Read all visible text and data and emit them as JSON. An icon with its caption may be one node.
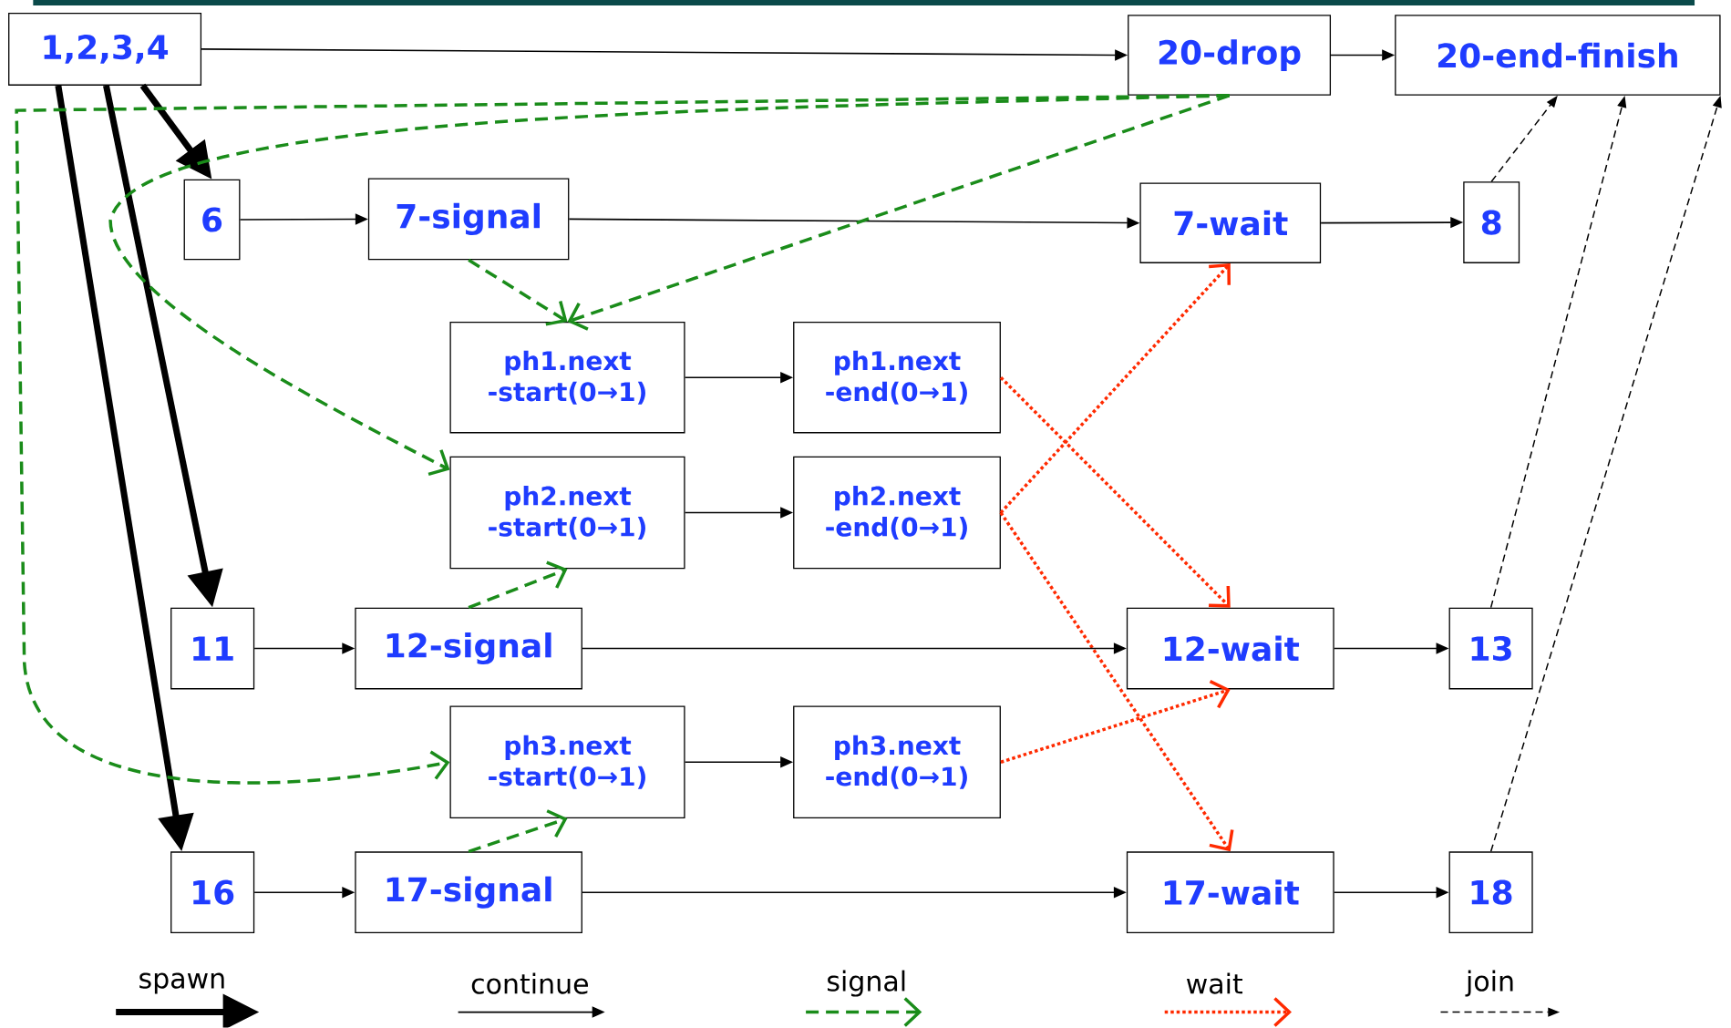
{
  "diagram": {
    "nodes": [
      {
        "text": [
          "1,2,3,4"
        ]
      },
      {
        "text": [
          "20-drop"
        ]
      },
      {
        "text": [
          "20-end-finish"
        ]
      },
      {
        "text": [
          "6"
        ]
      },
      {
        "text": [
          "7-signal"
        ]
      },
      {
        "text": [
          "7-wait"
        ]
      },
      {
        "text": [
          "8"
        ]
      },
      {
        "text": [
          "ph1.next -start(0→1)"
        ]
      },
      {
        "text": [
          "ph1.next -end(0→1)"
        ]
      },
      {
        "text": [
          "ph2.next -start(0→1)"
        ]
      },
      {
        "text": [
          "ph2.next -end(0→1)"
        ]
      },
      {
        "text": [
          "11"
        ]
      },
      {
        "text": [
          "12-signal"
        ]
      },
      {
        "text": [
          "12-wait"
        ]
      },
      {
        "text": [
          "13"
        ]
      },
      {
        "text": [
          "ph3.next -start(0→1)"
        ]
      },
      {
        "text": [
          "ph3.next -end(0→1)"
        ]
      },
      {
        "text": [
          "16"
        ]
      },
      {
        "text": [
          "17-signal"
        ]
      },
      {
        "text": [
          "17-wait"
        ]
      },
      {
        "text": [
          "18"
        ]
      }
    ],
    "edges": [
      {
        "from": 0,
        "to": 1,
        "arrow": "to"
      },
      {
        "from": 1,
        "to": 2,
        "arrow": "to"
      },
      {
        "from": 0,
        "to": 3,
        "arrow": "to",
        "style": "thick"
      },
      {
        "from": 0,
        "to": 11,
        "arrow": "to",
        "style": "thick"
      },
      {
        "from": 0,
        "to": 17,
        "arrow": "to",
        "style": "thick"
      },
      {
        "from": 3,
        "to": 4,
        "arrow": "to"
      },
      {
        "from": 4,
        "to": 5,
        "arrow": "to"
      },
      {
        "from": 5,
        "to": 6,
        "arrow": "to"
      },
      {
        "from": 6,
        "to": 2,
        "arrow": "to",
        "style": "dashed"
      },
      {
        "from": 1,
        "to": 7,
        "arrow": "to",
        "style": "dashed",
        "color": "#1a8c1a"
      },
      {
        "from": 4,
        "to": 7,
        "arrow": "to",
        "style": "dashed",
        "color": "#1a8c1a"
      },
      {
        "from": 1,
        "to": 9,
        "arrow": "to",
        "style": "dashed",
        "color": "#1a8c1a"
      },
      {
        "from": 1,
        "to": 15,
        "arrow": "to",
        "style": "dashed",
        "color": "#1a8c1a"
      },
      {
        "from": 7,
        "to": 8,
        "arrow": "to"
      },
      {
        "from": 9,
        "to": 10,
        "arrow": "to"
      },
      {
        "from": 8,
        "to": 13,
        "arrow": "to",
        "style": "dashed",
        "color": "#ff2a00"
      },
      {
        "from": 10,
        "to": 5,
        "arrow": "to",
        "style": "dashed",
        "color": "#ff2a00"
      },
      {
        "from": 10,
        "to": 19,
        "arrow": "to",
        "style": "dashed",
        "color": "#ff2a00"
      },
      {
        "from": 11,
        "to": 12,
        "arrow": "to"
      },
      {
        "from": 12,
        "to": 13,
        "arrow": "to"
      },
      {
        "from": 13,
        "to": 14,
        "arrow": "to"
      },
      {
        "from": 14,
        "to": 2,
        "arrow": "to",
        "style": "dashed"
      },
      {
        "from": 12,
        "to": 9,
        "arrow": "to",
        "style": "dashed",
        "color": "#1a8c1a"
      },
      {
        "from": 15,
        "to": 16,
        "arrow": "to"
      },
      {
        "from": 16,
        "to": 13,
        "arrow": "to",
        "style": "dashed",
        "color": "#ff2a00"
      },
      {
        "from": 17,
        "to": 18,
        "arrow": "to"
      },
      {
        "from": 18,
        "to": 19,
        "arrow": "to"
      },
      {
        "from": 19,
        "to": 20,
        "arrow": "to"
      },
      {
        "from": 20,
        "to": 2,
        "arrow": "to",
        "style": "dashed"
      },
      {
        "from": 18,
        "to": 15,
        "arrow": "to",
        "style": "dashed",
        "color": "#1a8c1a"
      }
    ],
    "legend": [
      {
        "text": "spawn"
      },
      {
        "text": "continue"
      },
      {
        "text": "signal"
      },
      {
        "text": "wait"
      },
      {
        "text": "join"
      }
    ]
  }
}
